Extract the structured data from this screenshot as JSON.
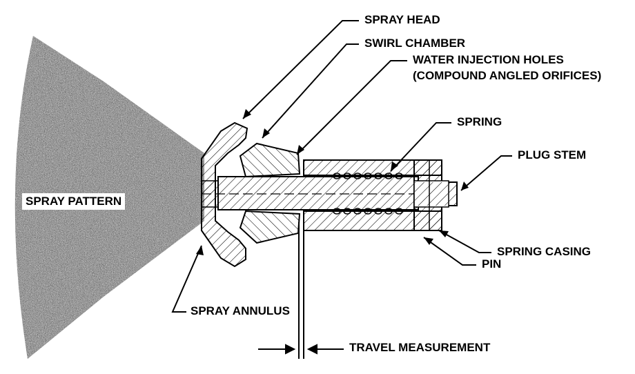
{
  "labels": {
    "spray_head": "SPRAY HEAD",
    "swirl_chamber": "SWIRL CHAMBER",
    "water_injection_holes_1": "WATER INJECTION HOLES",
    "water_injection_holes_2": "(COMPOUND ANGLED ORIFICES)",
    "spring": "SPRING",
    "plug_stem": "PLUG STEM",
    "spray_pattern": "SPRAY PATTERN",
    "spring_casing": "SPRING CASING",
    "pin": "PIN",
    "spray_annulus": "SPRAY ANNULUS",
    "travel_measurement": "TRAVEL MEASUREMENT"
  },
  "colors": {
    "ink": "#000000",
    "spray": "#8a8a8a",
    "background": "#ffffff"
  }
}
